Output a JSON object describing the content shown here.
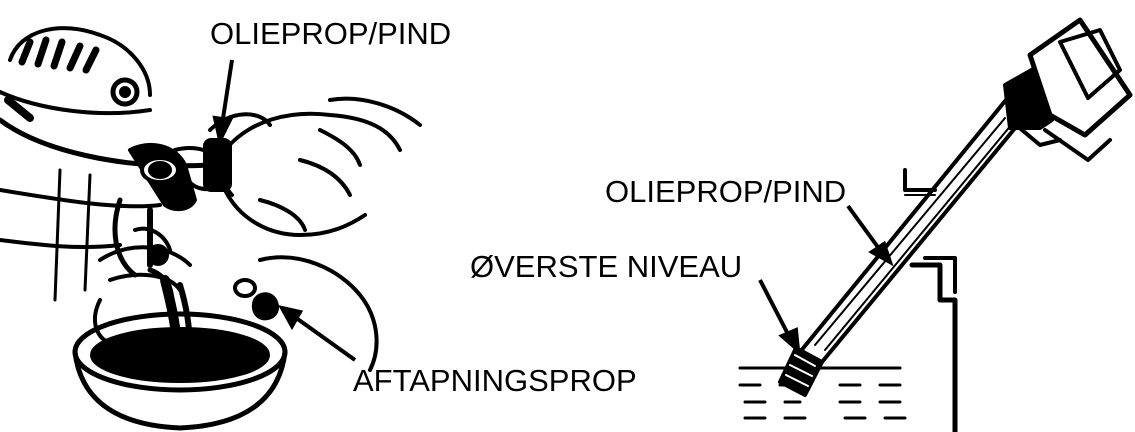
{
  "labels": {
    "left_dipstick": "OLIEPROP/PIND",
    "drain_plug": "AFTAPNINGSPROP",
    "right_dipstick": "OLIEPROP/PIND",
    "upper_level": "ØVERSTE NIVEAU"
  },
  "colors": {
    "ink": "#000000",
    "paper": "#ffffff"
  }
}
